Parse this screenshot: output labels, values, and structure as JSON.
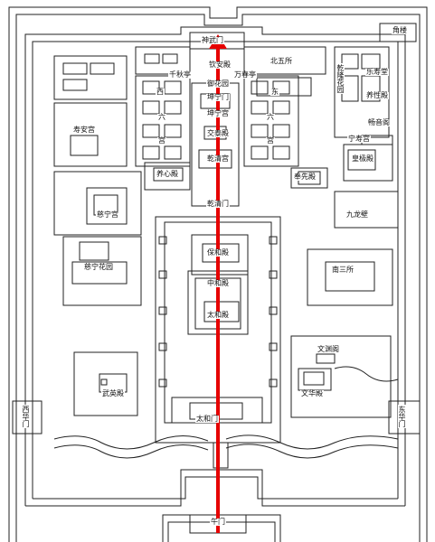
{
  "labels": {
    "shenwumen": "神武门",
    "jiaolou": "角楼",
    "qinandian": "钦安殿",
    "qianqiuting": "千秋亭",
    "wanchunting": "万春亭",
    "yuhuayuan": "御花园",
    "beiwusuo": "北五所",
    "xi": "西",
    "dong": "东",
    "liu_w": "六",
    "liu_e": "六",
    "gong_w": "宫",
    "gong_e": "宫",
    "kunningmen": "坤宁门",
    "kunninggong": "坤宁宫",
    "jiaotaidian": "交泰殿",
    "qianqinggong": "乾清宫",
    "qianqingmen": "乾清门",
    "shouangong": "寿安宫",
    "yangxindian": "养心殿",
    "fengxiandian": "奉先殿",
    "cininggong": "慈宁宫",
    "ciningghuayuan": "慈宁花园",
    "baohedian": "保和殿",
    "zhonghedian": "中和殿",
    "taihedian": "太和殿",
    "taihemen": "太和门",
    "wuyingdian": "武英殿",
    "wenhuadian": "文华殿",
    "wenyuange": "文渊阁",
    "nansansuo": "南三所",
    "jiulongbi": "九龙壁",
    "leshoutang": "乐寿堂",
    "qianlonghuayuan": "乾隆花园",
    "yangxingdian": "养性殿",
    "changyinge": "畅音阁",
    "ningshougong": "宁寿宫",
    "huangjidian": "皇极殿",
    "xihuamen": "西华门",
    "donghuamen": "东华门",
    "wumen": "午门"
  },
  "colors": {
    "ink": "#222222",
    "axis": "#e60000",
    "paper": "#ffffff"
  },
  "route": {
    "label": ""
  }
}
